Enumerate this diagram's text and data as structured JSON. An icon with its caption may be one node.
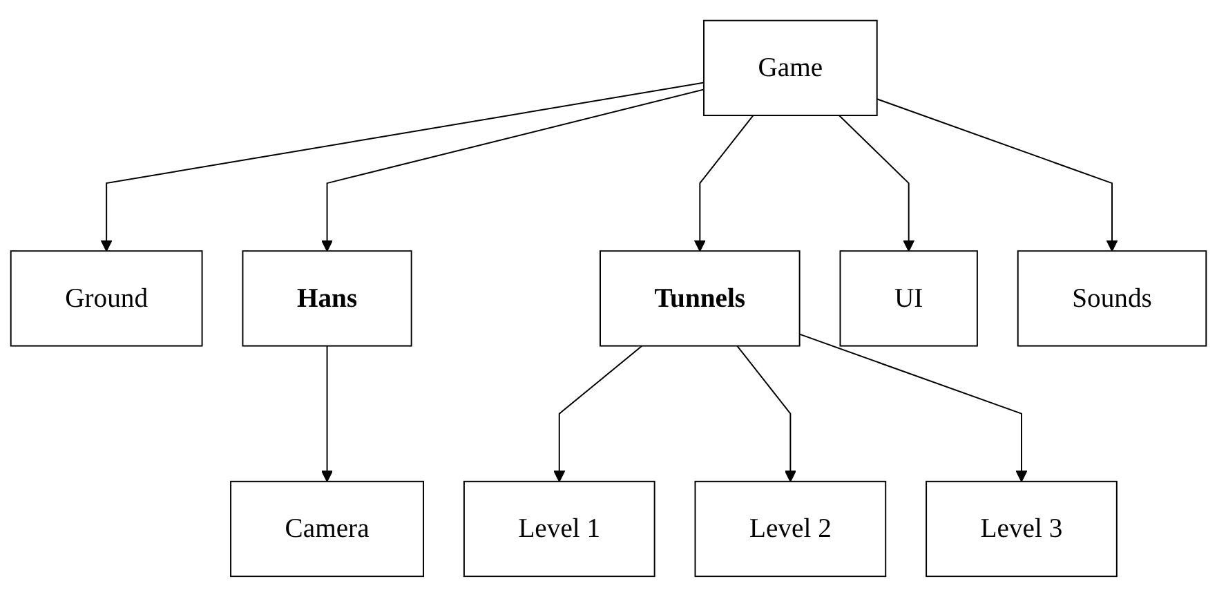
{
  "diagram": {
    "nodes": [
      {
        "text": [
          "Game"
        ]
      },
      {
        "text": [
          "Ground"
        ]
      },
      {
        "text": [
          "Hans"
        ]
      },
      {
        "text": [
          "Tunnels"
        ]
      },
      {
        "text": [
          "UI"
        ]
      },
      {
        "text": [
          "Sounds"
        ]
      },
      {
        "text": [
          "Camera"
        ]
      },
      {
        "text": [
          "Level 1"
        ]
      },
      {
        "text": [
          "Level 2"
        ]
      },
      {
        "text": [
          "Level 3"
        ]
      }
    ],
    "edges": [
      {
        "from": 0,
        "to": 1,
        "arrow": "to"
      },
      {
        "from": 0,
        "to": 2,
        "arrow": "to"
      },
      {
        "from": 0,
        "to": 3,
        "arrow": "to"
      },
      {
        "from": 0,
        "to": 4,
        "arrow": "to"
      },
      {
        "from": 0,
        "to": 5,
        "arrow": "to"
      },
      {
        "from": 2,
        "to": 6,
        "arrow": "to"
      },
      {
        "from": 3,
        "to": 7,
        "arrow": "to"
      },
      {
        "from": 3,
        "to": 8,
        "arrow": "to"
      },
      {
        "from": 3,
        "to": 9,
        "arrow": "to"
      }
    ]
  }
}
